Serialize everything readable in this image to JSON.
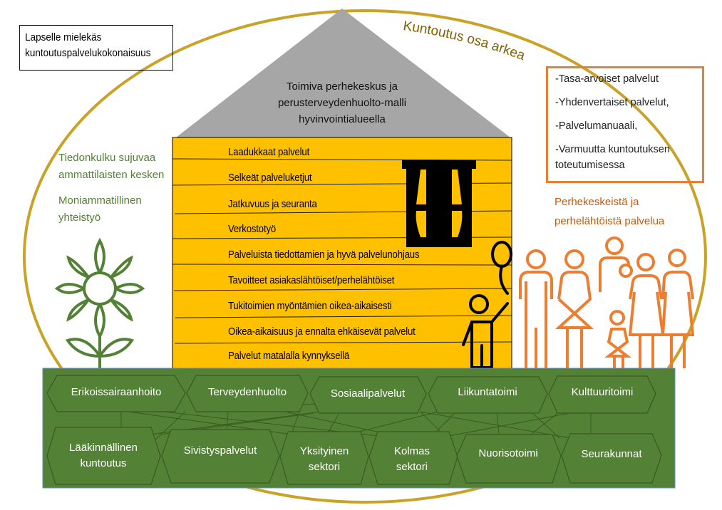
{
  "top_left_box": {
    "lines": [
      "Lapselle mielekäs",
      "kuntoutuspalvelukokonaisuus"
    ]
  },
  "arc_title": "Kuntoutus osa arkea",
  "roof": {
    "lines": [
      "Toimiva perhekeskus ja",
      "perusterveydenhuolto-malli",
      "hyvinvointialueella"
    ]
  },
  "house_items": [
    "Laadukkaat palvelut",
    "Selkeät palveluketjut",
    "Jatkuvuus ja seuranta",
    "Verkostotyö",
    "Palveluista tiedottamien ja hyvä palvelunohjaus",
    "Tavoitteet asiakaslähtöiset/perhelähtöiset",
    "Tukitoimien myöntämien oikea-aikaisesti",
    "Oikea-aikaisuus ja ennalta ehkäisevät palvelut",
    "Palvelut matalalla kynnyksellä"
  ],
  "left_texts": {
    "communication": [
      "Tiedonkulku sujuvaa",
      "ammattilaisten kesken"
    ],
    "cooperation": [
      "Moniammatillinen",
      "yhteistyö"
    ]
  },
  "right_box": {
    "items": [
      "-Tasa-arvoiset palvelut",
      "-Yhdenvertaiset palvelut,",
      "-Palvelumanuaali,",
      "-Varmuutta kuntoutuksen",
      "toteutumisessa"
    ]
  },
  "right_text": [
    "Perhekeskeistä ja",
    "perhelähtöistä palvelua"
  ],
  "foundation": {
    "top_row": [
      "Erikoissairaanhoito",
      "Terveydenhuolto",
      "Sosiaalipalvelut",
      "Liikuntatoimi",
      "Kulttuuritoimi"
    ],
    "bottom_row": [
      [
        "Lääkinnällinen",
        "kuntoutus"
      ],
      [
        "Sivistyspalvelut"
      ],
      [
        "Yksityinen",
        "sektori"
      ],
      [
        "Kolmas",
        "sektori"
      ],
      [
        "Nuorisotoimi"
      ],
      [
        "Seurakunnat"
      ]
    ]
  },
  "colors": {
    "ellipse": "#c9a227",
    "house": "#ffc000",
    "roof": "#a6a6a6",
    "foundation": "#538135",
    "orange": "#ed7d31",
    "green_text": "#538135"
  }
}
